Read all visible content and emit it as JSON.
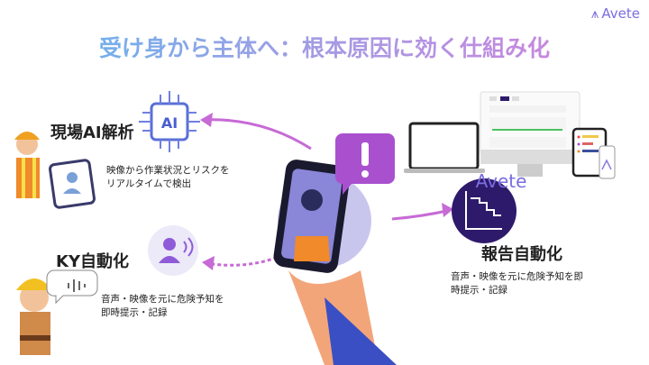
{
  "brand": {
    "name": "Avete"
  },
  "title": "受け身から主体へ：根本原因に効く仕組み化",
  "features": [
    {
      "label": "現場AI解析",
      "icon": "ai-chip-icon",
      "desc_lines": [
        "映像から作業状況とリスクを",
        "リアルタイムで検出"
      ]
    },
    {
      "label": "KY自動化",
      "icon": "voice-user-icon",
      "desc_lines": [
        "音声・映像を元に危険予知を",
        "即時提示・記録"
      ]
    },
    {
      "label": "報告自動化",
      "icon": "gantt-chart-icon",
      "desc_lines": [
        "音声・映像を元に危険予知を即",
        "時提示・記録"
      ]
    }
  ],
  "devices": {
    "laptop_brand": "Avete",
    "chip_text": "AI"
  },
  "colors": {
    "accent": "#7b5fd6",
    "arrow": "#c76ad6",
    "dark": "#2e1a6b"
  }
}
